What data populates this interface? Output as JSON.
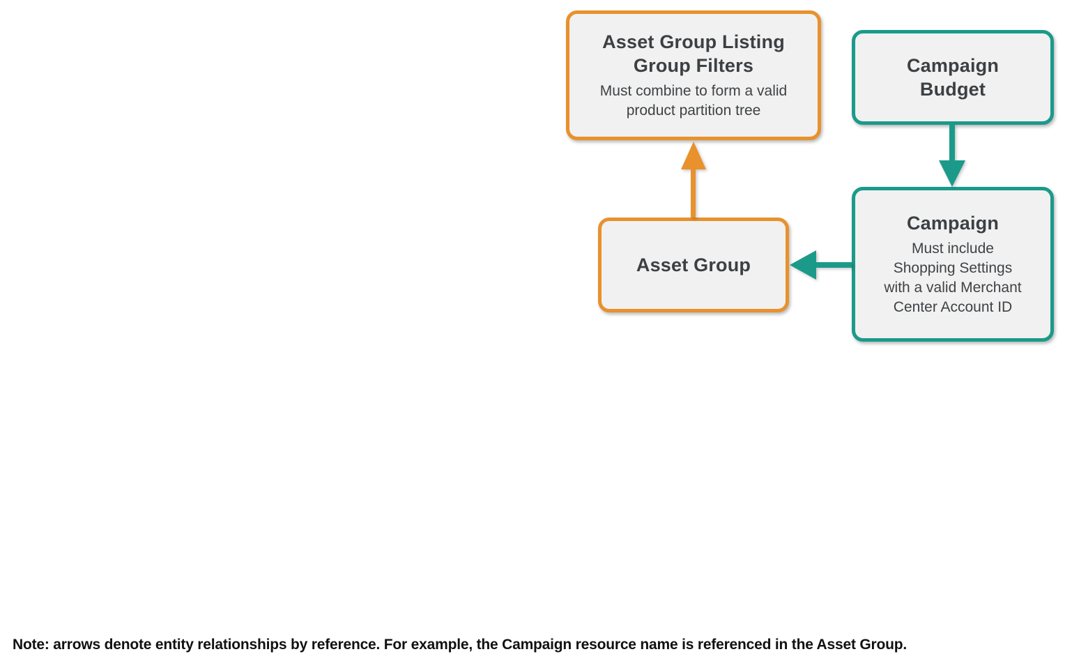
{
  "colors": {
    "orange": "#E8912D",
    "teal": "#1B9A8A",
    "box_fill": "#F1F1F1",
    "title_text": "#3C4043",
    "subtitle_text": "#3F4245",
    "note_text": "#111111"
  },
  "nodes": {
    "listing_filters": {
      "title": "Asset Group Listing\nGroup Filters",
      "subtitle": "Must combine to form a valid\nproduct partition tree",
      "border_color": "#E8912D"
    },
    "campaign_budget": {
      "title": "Campaign\nBudget",
      "border_color": "#1B9A8A"
    },
    "asset_group": {
      "title": "Asset Group",
      "border_color": "#E8912D"
    },
    "campaign": {
      "title": "Campaign",
      "subtitle": "Must include\nShopping Settings\nwith a valid Merchant\nCenter Account ID",
      "border_color": "#1B9A8A"
    }
  },
  "edges": [
    {
      "from": "Asset Group",
      "to": "Asset Group Listing Group Filters",
      "color": "#E8912D",
      "direction": "up"
    },
    {
      "from": "Campaign Budget",
      "to": "Campaign",
      "color": "#1B9A8A",
      "direction": "down"
    },
    {
      "from": "Campaign",
      "to": "Asset Group",
      "color": "#1B9A8A",
      "direction": "left"
    }
  ],
  "note": "Note: arrows denote entity relationships by reference. For example, the Campaign resource name is referenced in the Asset Group."
}
